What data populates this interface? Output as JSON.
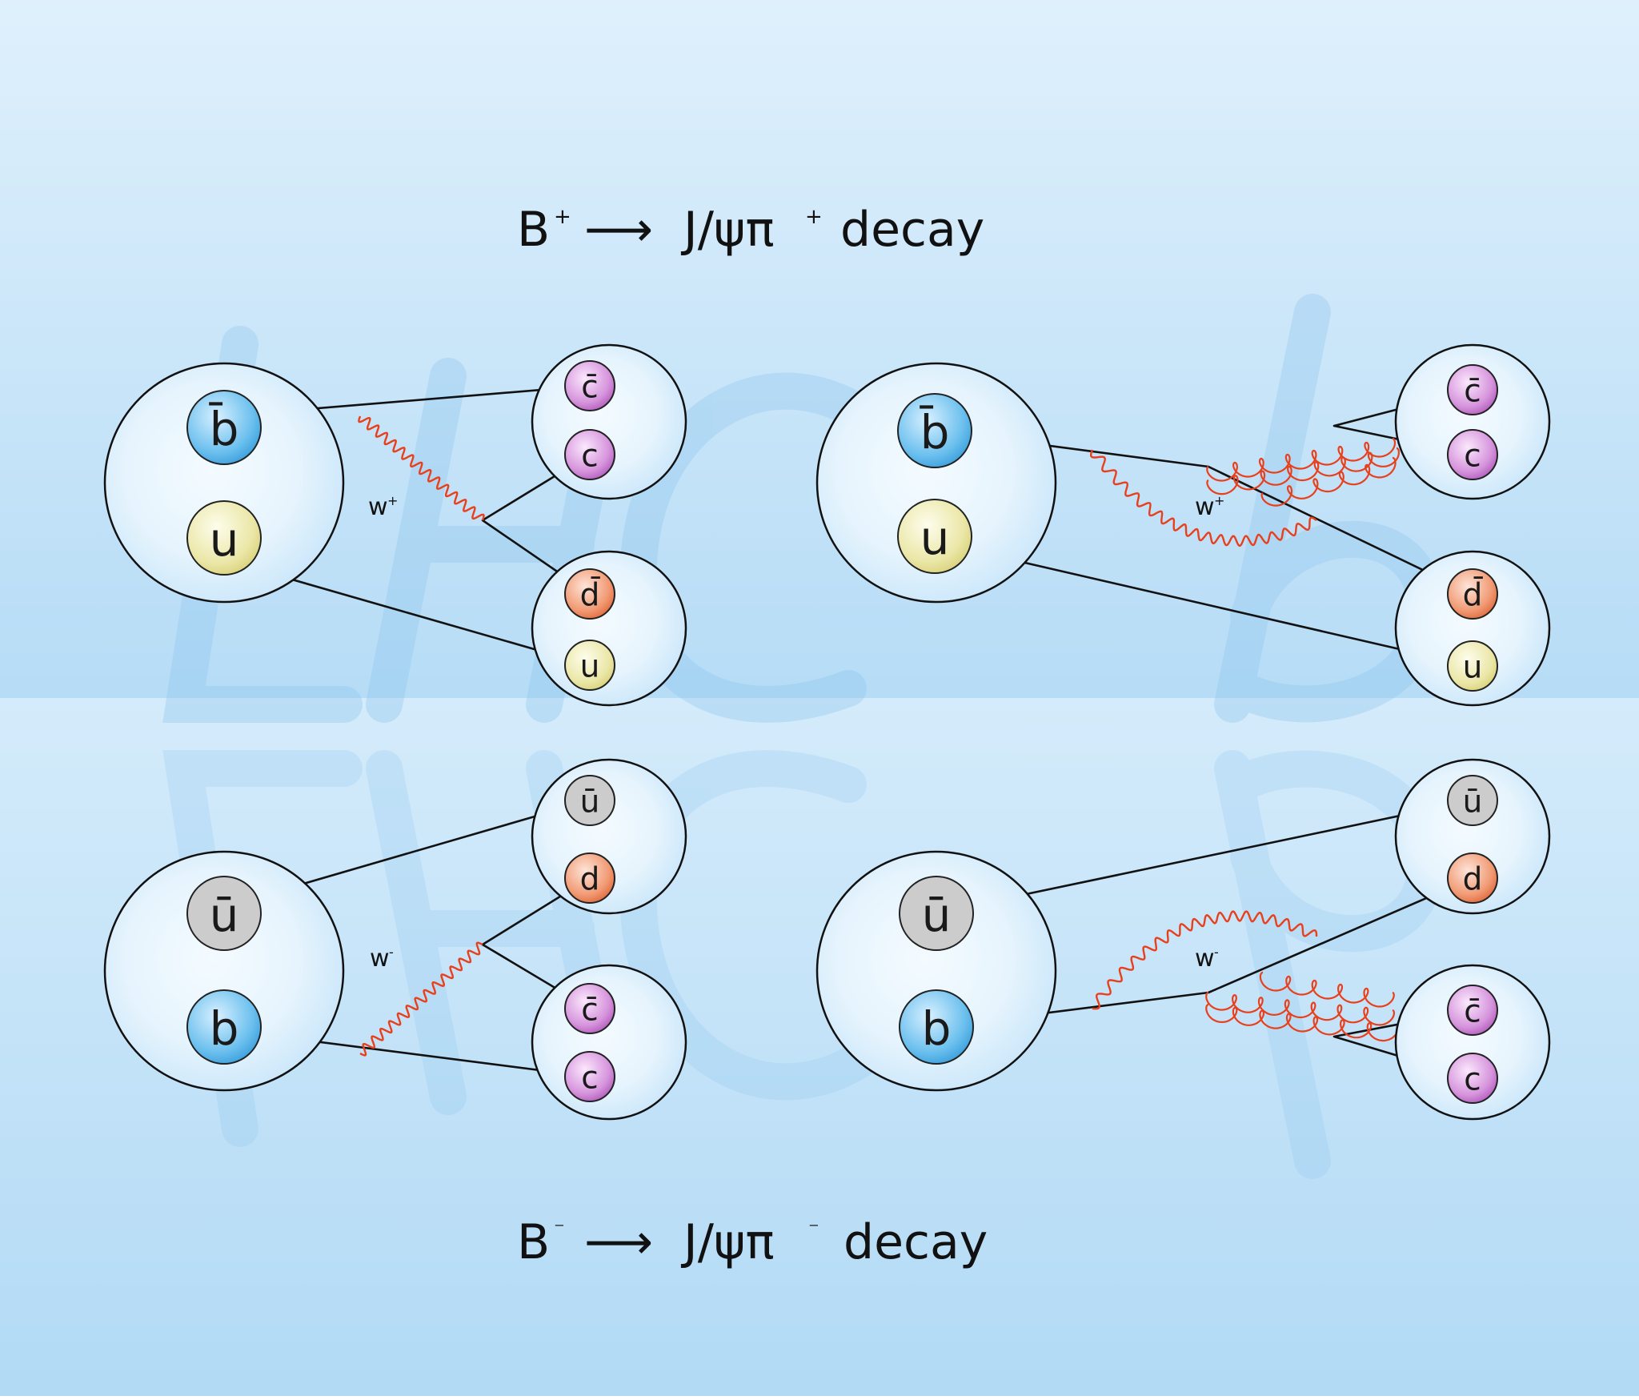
{
  "titles": {
    "top": {
      "particle": "B",
      "sign": "+",
      "arrow": "⟶",
      "products": "J/ψπ",
      "products_sign": "+",
      "word": "decay"
    },
    "bottom": {
      "particle": "B",
      "sign": "⁻",
      "arrow": "⟶",
      "products": "J/ψπ",
      "products_sign": "⁻",
      "word": "decay"
    }
  },
  "boson_labels": {
    "top_left": {
      "base": "w",
      "sign": "+"
    },
    "top_right": {
      "base": "w",
      "sign": "+"
    },
    "bottom_left": {
      "base": "w",
      "sign": "-"
    },
    "bottom_right": {
      "base": "w",
      "sign": "-"
    }
  },
  "quarks": {
    "top_left": {
      "meson": [
        "b̄",
        "u"
      ],
      "jpsi": [
        "c̄",
        "c"
      ],
      "pion": [
        "d̄",
        "u"
      ]
    },
    "top_right": {
      "meson": [
        "b̄",
        "u"
      ],
      "jpsi": [
        "c̄",
        "c"
      ],
      "pion": [
        "d̄",
        "u"
      ]
    },
    "bottom_left": {
      "meson": [
        "ū",
        "b"
      ],
      "pion": [
        "ū",
        "d"
      ],
      "jpsi": [
        "c̄",
        "c"
      ]
    },
    "bottom_right": {
      "meson": [
        "ū",
        "b"
      ],
      "pion": [
        "ū",
        "d"
      ],
      "jpsi": [
        "c̄",
        "c"
      ]
    }
  },
  "colors": {
    "background_top": "#c4e3f8",
    "background_bottom": "#a9d5f3",
    "b_quark": "#4aaee6",
    "u_quark": "#e6e29a",
    "c_quark": "#c06cc8",
    "d_quark": "#ee7c52",
    "boson_line": "#e8401c",
    "watermark": "#8ec6ee"
  }
}
